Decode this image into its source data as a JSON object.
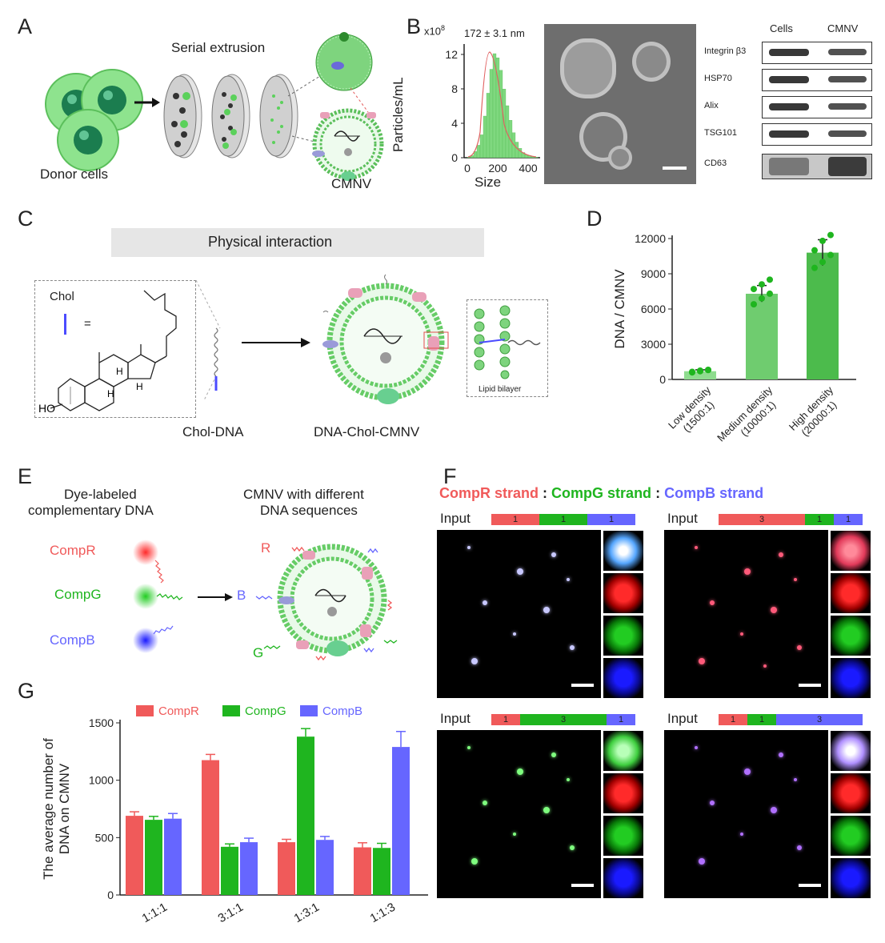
{
  "panels": {
    "a": {
      "letter": "A",
      "serial_extrusion": "Serial extrusion",
      "donor_cells": "Donor cells",
      "cmnv": "CMNV"
    },
    "b": {
      "letter": "B",
      "y_multiplier": "x10",
      "y_exp": "8",
      "y_label": "Particles/mL",
      "x_label": "Size",
      "size_annotation": "172 ± 3.1 nm",
      "y_ticks": [
        "0",
        "4",
        "8",
        "12"
      ],
      "x_ticks": [
        "0",
        "200",
        "400"
      ],
      "wb_headers": [
        "Cells",
        "CMNV"
      ],
      "wb_proteins": [
        "Integrin β3",
        "HSP70",
        "Alix",
        "TSG101",
        "CD63"
      ]
    },
    "c": {
      "letter": "C",
      "banner": "Physical interaction",
      "chol": "Chol",
      "equals": "=",
      "chol_dna": "Chol-DNA",
      "dna_chol_cmnv": "DNA-Chol-CMNV",
      "lipid_bilayer": "Lipid bilayer",
      "atoms": {
        "h1": "H",
        "h2": "H",
        "h3": "H",
        "ho": "HO"
      }
    },
    "e": {
      "letter": "E",
      "left_title_1": "Dye-labeled",
      "left_title_2": "complementary DNA",
      "right_title_1": "CMNV with different",
      "right_title_2": "DNA sequences",
      "strands": [
        "CompR",
        "CompG",
        "CompB"
      ],
      "vesicle_labels": {
        "r": "R",
        "b": "B",
        "g": "G"
      }
    },
    "f": {
      "letter": "F",
      "legend_r": "CompR strand",
      "legend_g": "CompG strand",
      "legend_b": "CompB strand",
      "sep": ":",
      "input_label": "Input",
      "ratios": [
        [
          "1",
          "1",
          "1"
        ],
        [
          "3",
          "1",
          "1"
        ],
        [
          "1",
          "3",
          "1"
        ],
        [
          "1",
          "1",
          "3"
        ]
      ]
    }
  },
  "chart_data": [
    {
      "id": "D",
      "type": "bar",
      "title": "",
      "letter": "D",
      "ylabel": "DNA / CMNV",
      "ylim": [
        0,
        12000
      ],
      "y_ticks": [
        "0",
        "3000",
        "6000",
        "9000",
        "12000"
      ],
      "categories": [
        "Low density (1500:1)",
        "Medium density (10000:1)",
        "High density (20000:1)"
      ],
      "category_lines": [
        [
          "Low density",
          "(1500:1)"
        ],
        [
          "Medium density",
          "(10000:1)"
        ],
        [
          "High density",
          "(20000:1)"
        ]
      ],
      "values": [
        700,
        7300,
        10800
      ],
      "errors": [
        120,
        700,
        1100
      ],
      "points": [
        [
          600,
          700,
          800,
          650,
          750,
          820
        ],
        [
          6400,
          6900,
          7300,
          7700,
          8100,
          8500
        ],
        [
          9500,
          10000,
          10600,
          11000,
          11800,
          12300
        ]
      ],
      "colors": [
        "#8fdc8f",
        "#6fcc6f",
        "#4cbb4c"
      ],
      "grid": false
    },
    {
      "id": "G",
      "type": "bar",
      "title": "",
      "letter": "G",
      "ylabel_lines": [
        "The average number of",
        "DNA on CMNV"
      ],
      "ylim": [
        0,
        1500
      ],
      "y_ticks": [
        "0",
        "500",
        "1000",
        "1500"
      ],
      "categories": [
        "1:1:1",
        "3:1:1",
        "1:3:1",
        "1:1:3"
      ],
      "series": [
        {
          "name": "CompR",
          "color": "#f05a5a",
          "values": [
            690,
            1175,
            460,
            415
          ],
          "errors": [
            35,
            50,
            25,
            40
          ]
        },
        {
          "name": "CompG",
          "color": "#1fb51f",
          "values": [
            655,
            420,
            1380,
            410
          ],
          "errors": [
            30,
            25,
            70,
            40
          ]
        },
        {
          "name": "CompB",
          "color": "#6666ff",
          "values": [
            665,
            460,
            480,
            1290
          ],
          "errors": [
            45,
            35,
            30,
            135
          ]
        }
      ],
      "legend_position": "top",
      "grid": false
    }
  ]
}
